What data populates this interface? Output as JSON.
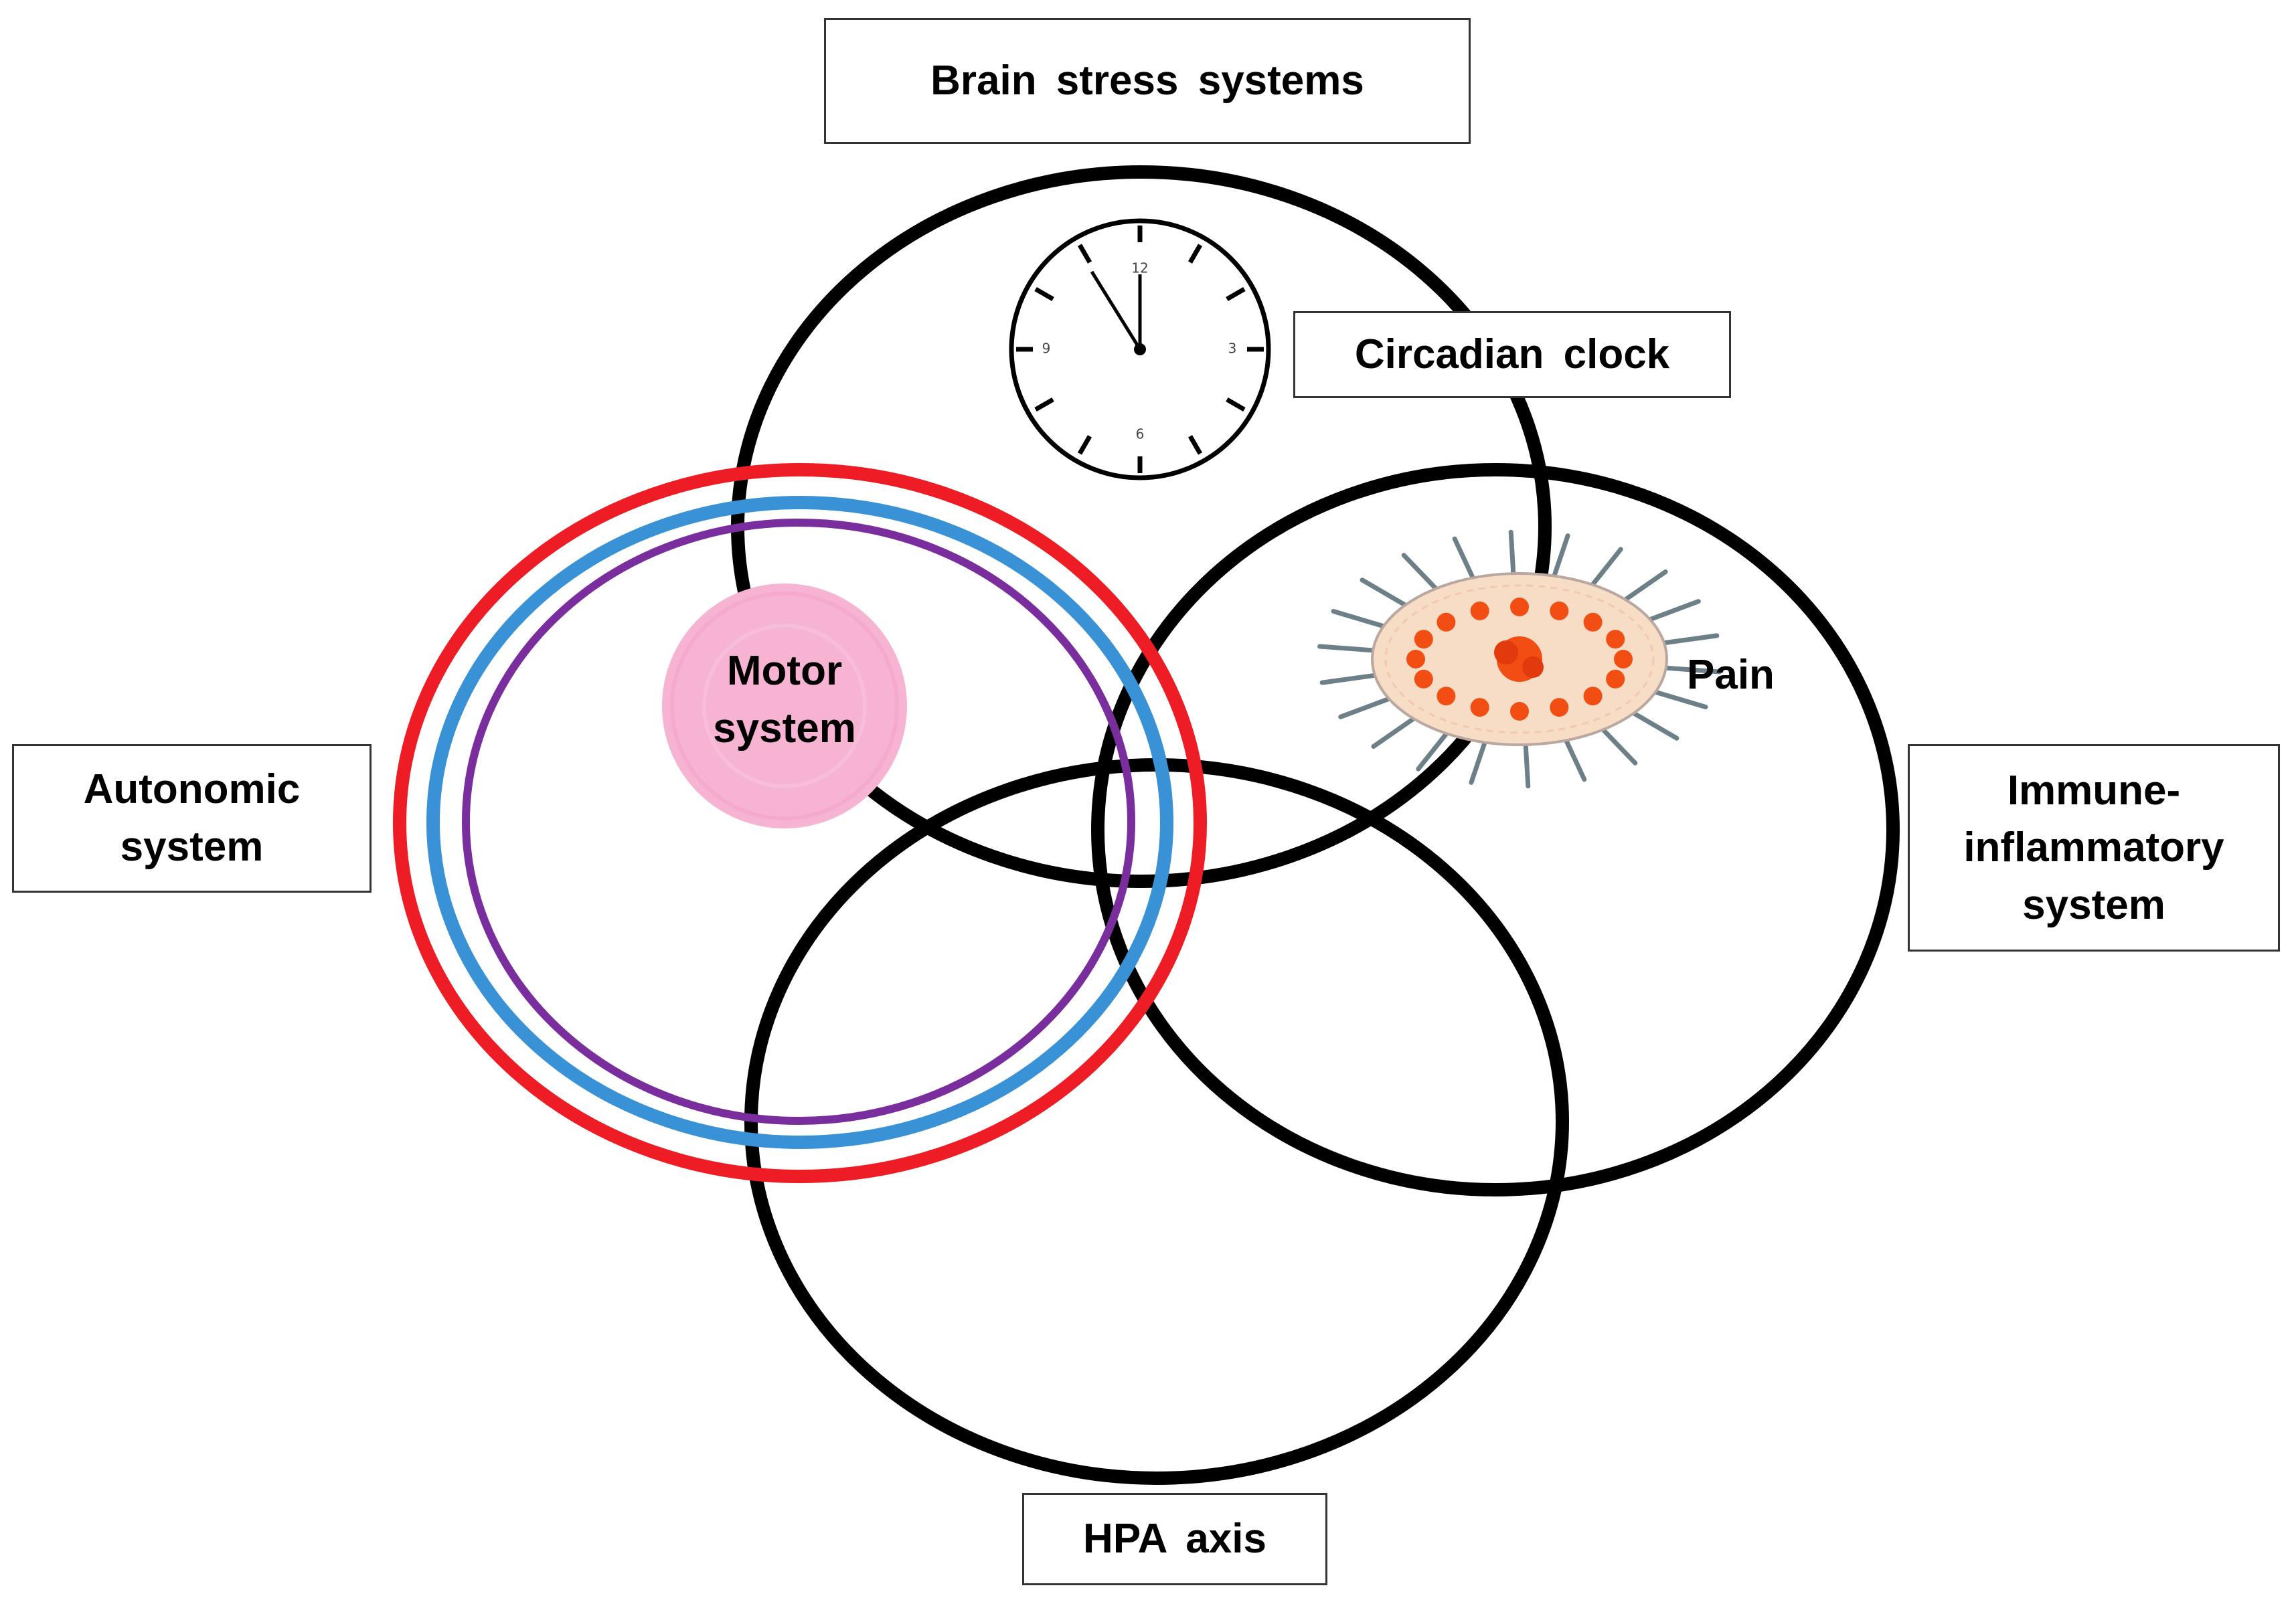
{
  "colors": {
    "outline": "#000000",
    "autonomic_outer": "#ee1c24",
    "autonomic_middle": "#3a92d6",
    "autonomic_inner": "#7a2e9e",
    "motor_fill": "#f7b3d2",
    "pain_fill": "#f7dcc6",
    "pain_spots": "#f24d12",
    "pain_spikes": "#6d8088"
  },
  "labels": {
    "brain_stress": "Brain stress systems",
    "circadian": "Circadian clock",
    "autonomic": "Autonomic\nsystem",
    "immune": "Immune-\ninflammatory\nsystem",
    "hpa": "HPA axis",
    "motor": "Motor\nsystem",
    "pain": "Pain"
  },
  "clock": {
    "numerals": [
      "12",
      "3",
      "6",
      "9"
    ]
  },
  "icons": [
    "clock-icon",
    "pain-lesion-icon"
  ]
}
